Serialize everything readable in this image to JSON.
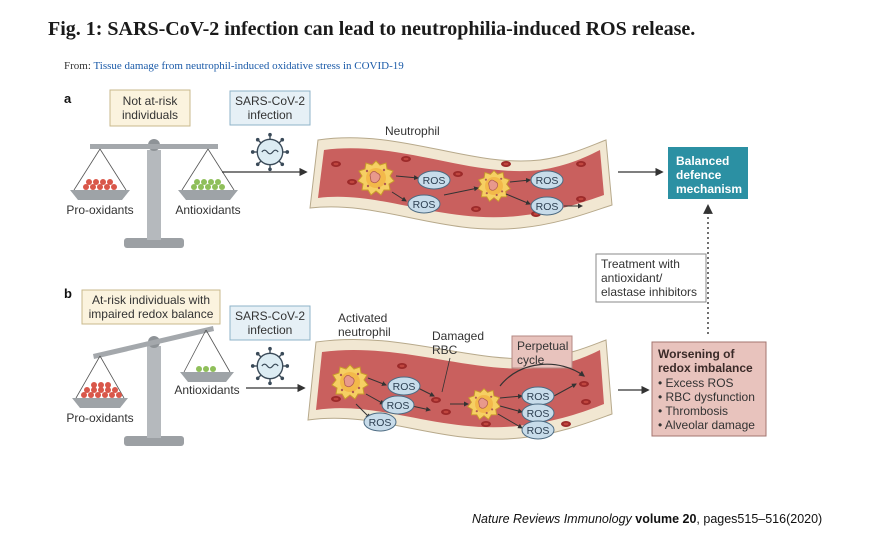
{
  "figure": {
    "title": "Fig. 1: SARS-CoV-2 infection can lead to neutrophilia-induced ROS release.",
    "from_prefix": "From:",
    "from_link": "Tissue damage from neutrophil-induced oxidative stress in COVID-19",
    "citation_journal": "Nature Reviews Immunology",
    "citation_volume": "volume 20",
    "citation_pages": ", pages515–516(2020)"
  },
  "panel_a": {
    "letter": "a",
    "group_box": [
      "Not at-risk",
      "individuals"
    ],
    "infection_box": [
      "SARS-CoV-2",
      "infection"
    ],
    "left_pan_label": "Pro-oxidants",
    "right_pan_label": "Antioxidants",
    "cell_label": "Neutrophil",
    "ros": [
      "ROS",
      "ROS",
      "ROS",
      "ROS"
    ],
    "outcome_box": [
      "Balanced",
      "defence",
      "mechanism"
    ]
  },
  "treatment_box": [
    "Treatment with",
    "antioxidant/",
    "elastase inhibitors"
  ],
  "panel_b": {
    "letter": "b",
    "group_box": [
      "At-risk individuals with",
      "impaired redox balance"
    ],
    "infection_box": [
      "SARS-CoV-2",
      "infection"
    ],
    "left_pan_label": "Pro-oxidants",
    "right_pan_label": "Antioxidants",
    "cell_label": [
      "Activated",
      "neutrophil"
    ],
    "rbc_label": [
      "Damaged",
      "RBC"
    ],
    "cycle_box": [
      "Perpetual",
      "cycle"
    ],
    "ros": [
      "ROS",
      "ROS",
      "ROS",
      "ROS",
      "ROS",
      "ROS"
    ],
    "outcome_title": [
      "Worsening of",
      "redox imbalance"
    ],
    "outcome_items": [
      "• Excess ROS",
      "• RBC dysfunction",
      "• Thrombosis",
      "• Alveolar damage"
    ]
  },
  "colors": {
    "vessel_wall": "#f1e7d2",
    "vessel_lumen": "#c9605e",
    "ros_fill": "#c8dcea",
    "outcome_teal": "#2b90a3",
    "outcome_pink": "#e8c3bd",
    "label_box": "#fbf3de"
  }
}
